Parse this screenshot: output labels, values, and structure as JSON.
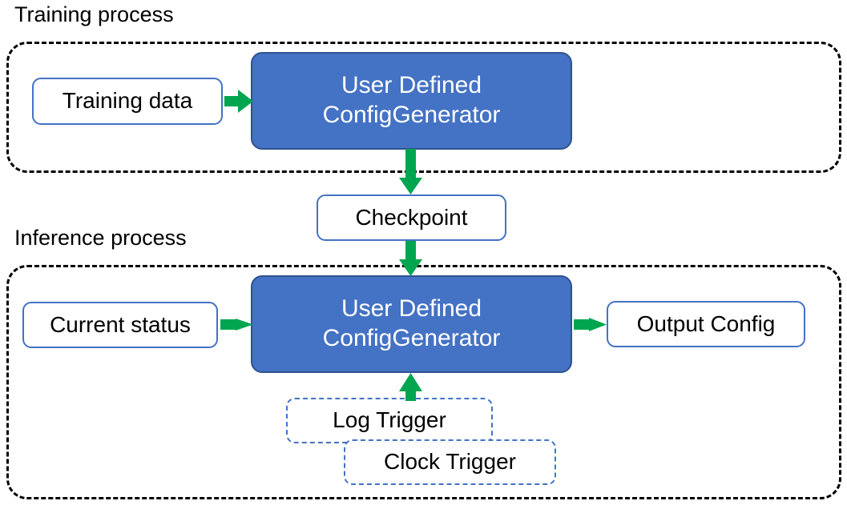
{
  "diagram": {
    "title_training": "Training process",
    "title_inference": "Inference process",
    "colors": {
      "accent_blue": "#4472C4",
      "blue_border": "#2F528F",
      "arrow_green": "#00A550",
      "container_dash": "#000000",
      "node_text_light": "#FFFFFF",
      "node_text_dark": "#000000",
      "background": "#FFFFFF"
    },
    "training": {
      "label": "Training process",
      "nodes": {
        "training_data": "Training data",
        "config_generator": {
          "line1": "User Defined",
          "line2": "ConfigGenerator"
        }
      }
    },
    "shared": {
      "checkpoint": "Checkpoint"
    },
    "inference": {
      "label": "Inference process",
      "nodes": {
        "current_status": "Current status",
        "config_generator": {
          "line1": "User Defined",
          "line2": "ConfigGenerator"
        },
        "output_config": "Output Config",
        "log_trigger": "Log Trigger",
        "clock_trigger": "Clock Trigger"
      }
    },
    "edges": [
      {
        "from": "Training data",
        "to": "User Defined ConfigGenerator (training)",
        "direction": "right"
      },
      {
        "from": "User Defined ConfigGenerator (training)",
        "to": "Checkpoint",
        "direction": "down"
      },
      {
        "from": "Checkpoint",
        "to": "User Defined ConfigGenerator (inference)",
        "direction": "down"
      },
      {
        "from": "Current status",
        "to": "User Defined ConfigGenerator (inference)",
        "direction": "right"
      },
      {
        "from": "User Defined ConfigGenerator (inference)",
        "to": "Output Config",
        "direction": "right"
      },
      {
        "from": "Log Trigger / Clock Trigger",
        "to": "User Defined ConfigGenerator (inference)",
        "direction": "up"
      }
    ]
  }
}
